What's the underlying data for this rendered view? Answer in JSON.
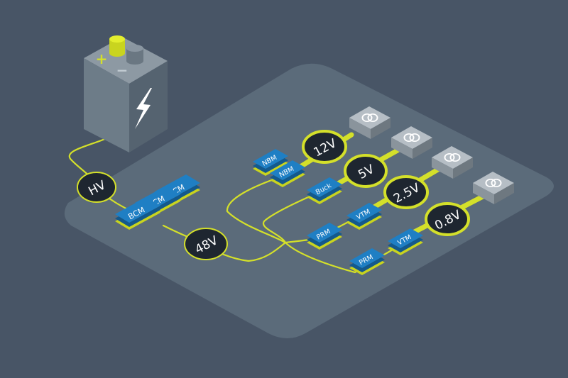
{
  "colors": {
    "background": "#485566",
    "platform": "#5b6b7a",
    "wire": "#d4e02a",
    "module_top": "#1f7fc4",
    "module_side": "#14598c",
    "bubble_fill": "#1e2630",
    "load_box": "#9aa4ad",
    "battery_body": "#6d7c88"
  },
  "battery": {
    "plus_sign": "+",
    "minus_sign": "−",
    "icon": "lightning-bolt-icon"
  },
  "voltage_labels": {
    "hv": "HV",
    "bus_48v": "48V",
    "out_12v": "12V",
    "out_5v": "5V",
    "out_2_5v": "2.5V",
    "out_0_8v": "0.8V"
  },
  "modules": {
    "bcm_1": "BCM",
    "bcm_2": "BCM",
    "bcm_3": "BCM",
    "nbm_1": "NBM",
    "nbm_2": "NBM",
    "buck": "Buck",
    "prm_1": "PRM",
    "vtm_1": "VTM",
    "prm_2": "PRM",
    "vtm_2": "VTM"
  },
  "loads": {
    "icon": "interlocking-rings-icon",
    "count": 4
  }
}
